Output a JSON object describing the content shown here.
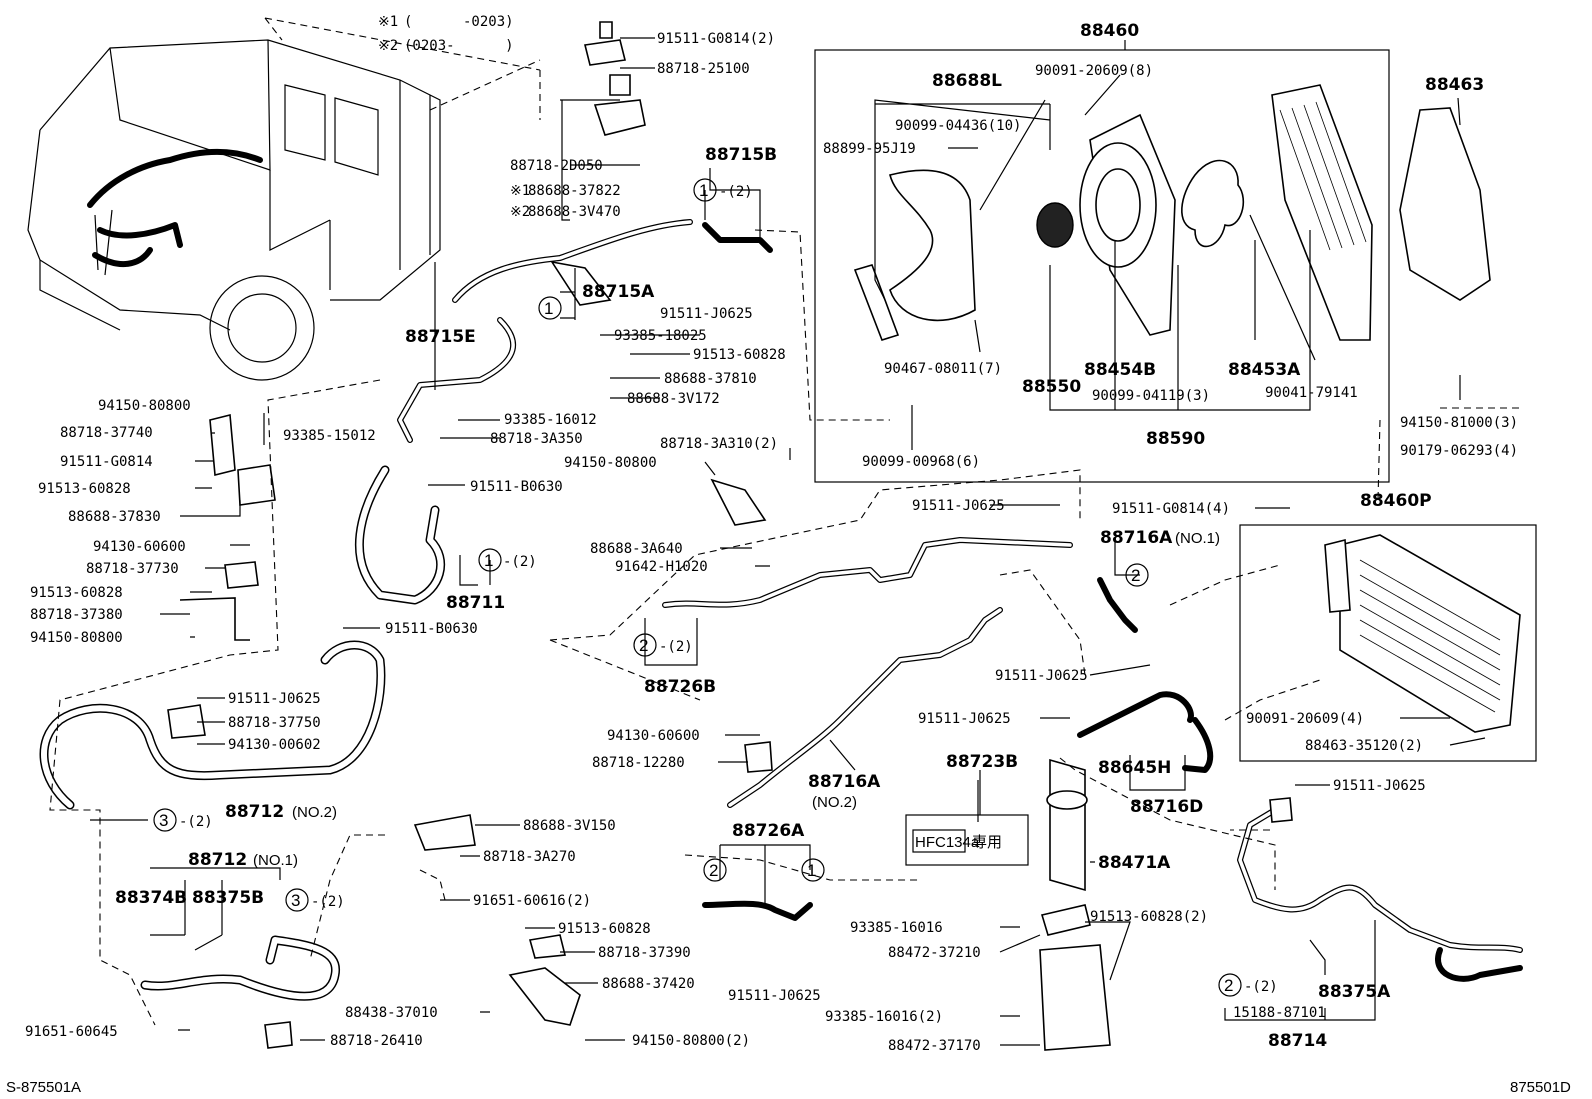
{
  "notes": [
    {
      "mark": "※1",
      "text": "(      -0203)"
    },
    {
      "mark": "※2",
      "text": "(0203-      )"
    }
  ],
  "assemblies": {
    "a88460": "88460",
    "a88463": "88463",
    "a88460P": "88460P",
    "a88715B": "88715B",
    "a88715A": "88715A",
    "a88715E": "88715E",
    "a88711": "88711",
    "a88688L": "88688L",
    "a88454B": "88454B",
    "a88453A": "88453A",
    "a88550": "88550",
    "a88590": "88590",
    "a88716A1": "88716A",
    "a88716A1sfx": "(NO.1)",
    "a88716A2": "88716A",
    "a88716A2sfx": "(NO.2)",
    "a88726B": "88726B",
    "a88726A": "88726A",
    "a88712n2": "88712",
    "a88712n2sfx": "(NO.2)",
    "a88712n1": "88712",
    "a88712n1sfx": "(NO.1)",
    "a88374B": "88374B",
    "a88375B": "88375B",
    "a88723B": "88723B",
    "a88471A": "88471A",
    "a88645H": "88645H",
    "a88716D": "88716D",
    "a88375A": "88375A",
    "a88714": "88714"
  },
  "parts": {
    "p1": "91511-G0814(2)",
    "p2": "88718-25100",
    "p3": "88718-2D050",
    "p4": "88688-37822",
    "p5": "88688-3V470",
    "p6": "91511-J0625",
    "p7": "93385-18025",
    "p8": "91513-60828",
    "p9": "88688-37810",
    "p10": "88688-3V172",
    "p11": "94150-80800",
    "p12": "88718-37740",
    "p13": "93385-15012",
    "p14": "93385-16012",
    "p15": "88718-3A350",
    "p16": "91511-G0814",
    "p17": "91513-60828",
    "p18": "91511-B0630",
    "p19": "88688-37830",
    "p20": "94130-60600",
    "p21": "88718-37730",
    "p22": "91513-60828",
    "p23": "88718-37380",
    "p24": "94150-80800",
    "p25": "91511-B0630",
    "p26": "91511-J0625",
    "p27": "88718-37750",
    "p28": "94130-00602",
    "p29": "88688-3V150",
    "p30": "88718-3A270",
    "p31": "91651-60616(2)",
    "p32": "91513-60828",
    "p33": "88718-37390",
    "p34": "88688-37420",
    "p35": "88438-37010",
    "p36": "91651-60645",
    "p37": "88718-26410",
    "p38": "94150-80800(2)",
    "p39": "88718-3A310(2)",
    "p40": "94150-80800",
    "p41": "88688-3A640",
    "p42": "91642-H1020",
    "p43": "91511-J0625",
    "p44": "91511-G0814(4)",
    "p45": "91511-J0625",
    "p46": "94130-60600",
    "p47": "88718-12280",
    "p48": "91511-J0625",
    "p49": "91511-J0625",
    "p50": "93385-16016",
    "p51": "88472-37210",
    "p52": "91513-60828(2)",
    "p53": "93385-16016(2)",
    "p54": "88472-37170",
    "p55": "90091-20609(8)",
    "p56": "90099-04436(10)",
    "p57": "88899-95J19",
    "p58": "90467-08011(7)",
    "p59": "90099-04119(3)",
    "p60": "90041-79141",
    "p61": "90099-00968(6)",
    "p62": "94150-81000(3)",
    "p63": "90179-06293(4)",
    "p64": "90091-20609(4)",
    "p65": "88463-35120(2)",
    "p66": "91511-J0625",
    "p67": "15188-87101"
  },
  "qty": {
    "q2": "-(2)",
    "q2b": "-(2)",
    "q2c": "-(2)",
    "q2d": "-(2)",
    "q2e": "-(2)",
    "q2f": "-(2)"
  },
  "circles": {
    "c1": "1",
    "c2": "2",
    "c3": "3"
  },
  "sticker": {
    "line1": "HFC134a",
    "line2": "専用"
  },
  "footer": {
    "left": "S-875501A",
    "right": "875501D"
  }
}
